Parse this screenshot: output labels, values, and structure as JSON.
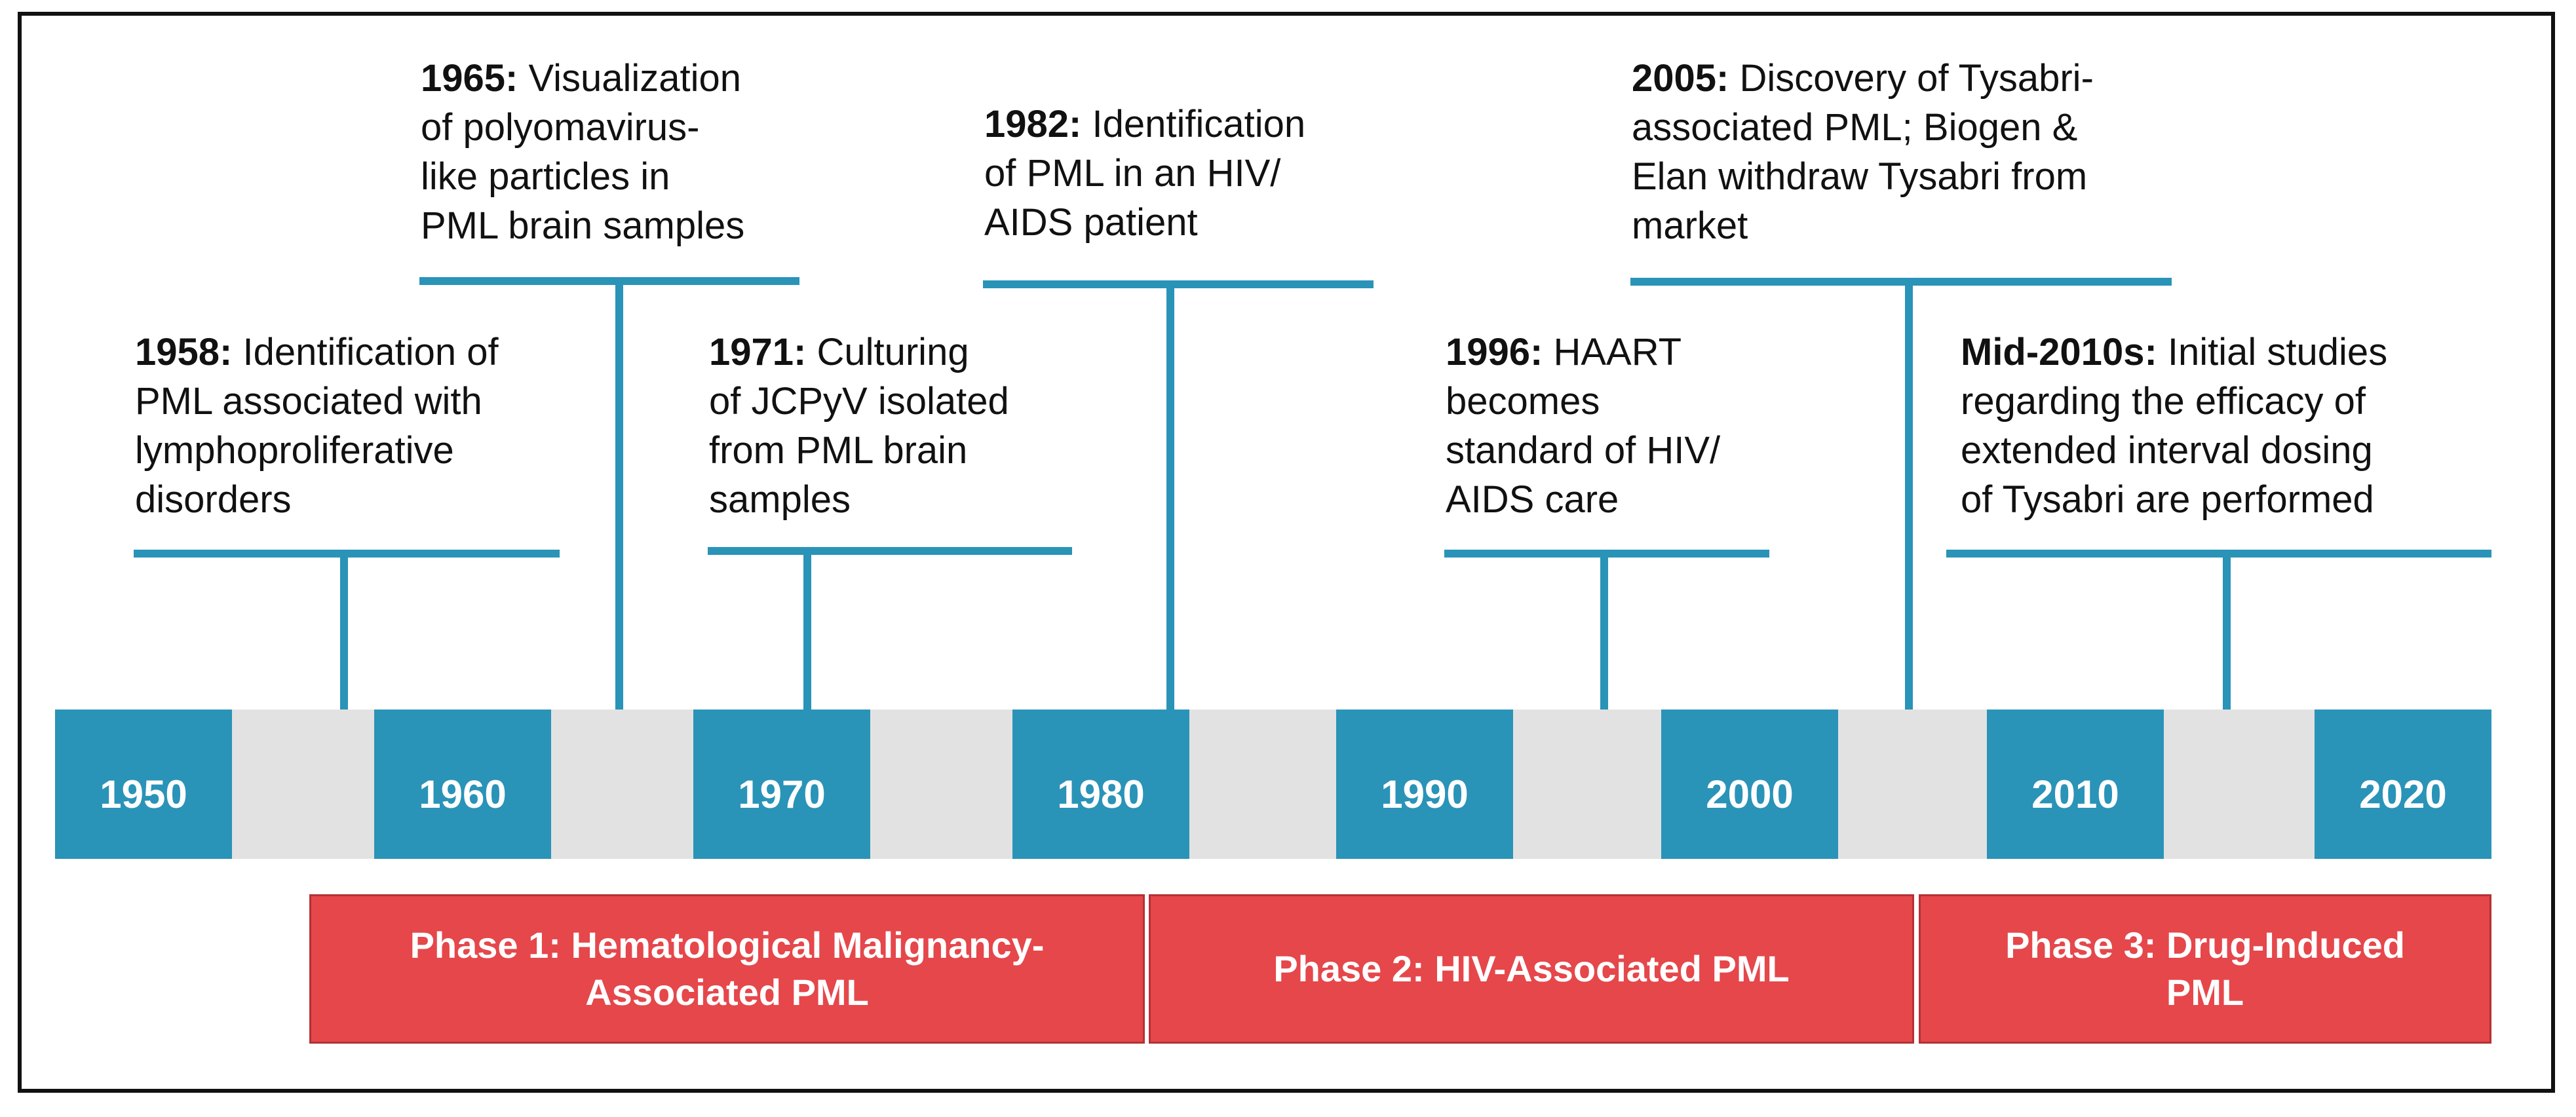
{
  "timeline": {
    "years": [
      "1950",
      "1960",
      "1970",
      "1980",
      "1990",
      "2000",
      "2010",
      "2020"
    ],
    "events": [
      {
        "year": "1958:",
        "lines": [
          "Identification of",
          "PML associated with",
          "lymphoproliferative",
          "disorders"
        ]
      },
      {
        "year": "1965:",
        "lines": [
          "Visualization",
          "of polyomavirus-",
          "like particles in",
          "PML brain samples"
        ]
      },
      {
        "year": "1971:",
        "lines": [
          "Culturing",
          "of JCPyV isolated",
          "from PML brain",
          "samples"
        ]
      },
      {
        "year": "1982:",
        "lines": [
          "Identification",
          "of PML in an HIV/",
          "AIDS patient"
        ]
      },
      {
        "year": "1996:",
        "lines": [
          "HAART",
          "becomes",
          "standard of HIV/",
          "AIDS care"
        ]
      },
      {
        "year": "2005:",
        "lines": [
          "Discovery of Tysabri-",
          "associated PML; Biogen &",
          "Elan withdraw Tysabri from",
          "market"
        ]
      },
      {
        "year": "Mid-2010s:",
        "lines": [
          "Initial studies",
          "regarding the efficacy of",
          "extended interval dosing",
          "of Tysabri are performed"
        ]
      }
    ],
    "phases": [
      {
        "lines": [
          "Phase 1: Hematological Malignancy-",
          "Associated PML"
        ]
      },
      {
        "lines": [
          "Phase 2: HIV-Associated PML"
        ]
      },
      {
        "lines": [
          "Phase 3: Drug-Induced",
          "PML"
        ]
      }
    ],
    "colors": {
      "accent": "#2a93b8",
      "axis": "#e2e2e2",
      "phase": "#e5474b",
      "text": "#111111"
    }
  }
}
